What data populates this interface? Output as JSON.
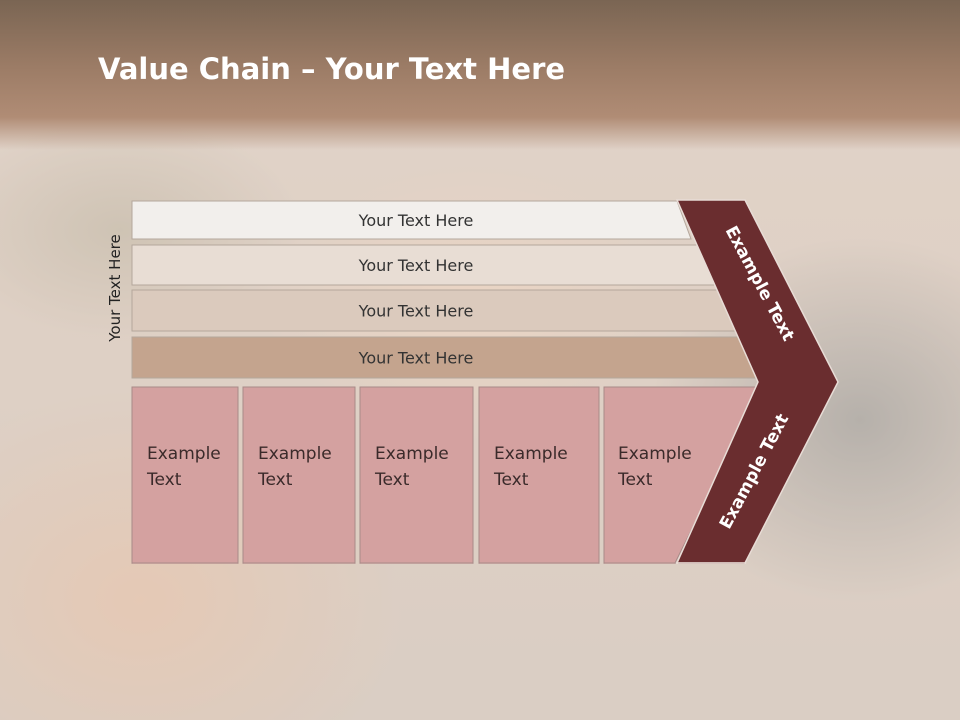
{
  "slide": {
    "title_bold": "Value Chain",
    "title_rest": " – Your Text Here",
    "side_label": "Your Text Here"
  },
  "support_bars": [
    {
      "label": "Your Text Here",
      "color": "#f2efec"
    },
    {
      "label": "Your Text Here",
      "color": "#e8ddd4"
    },
    {
      "label": "Your Text Here",
      "color": "#dbcabd"
    },
    {
      "label": "Your Text Here",
      "color": "#c4a48e"
    }
  ],
  "primary_cells": [
    {
      "line1": "Example",
      "line2": "Text"
    },
    {
      "line1": "Example",
      "line2": "Text"
    },
    {
      "line1": "Example",
      "line2": "Text"
    },
    {
      "line1": "Example",
      "line2": "Text"
    },
    {
      "line1": "Example",
      "line2": "Text"
    }
  ],
  "chevron": {
    "top_label": "Example Text",
    "bottom_label": "Example Text",
    "color": "#6a2d2f"
  },
  "colors": {
    "cell_fill": "#d4a1a0",
    "cell_stroke": "#a88a88"
  }
}
